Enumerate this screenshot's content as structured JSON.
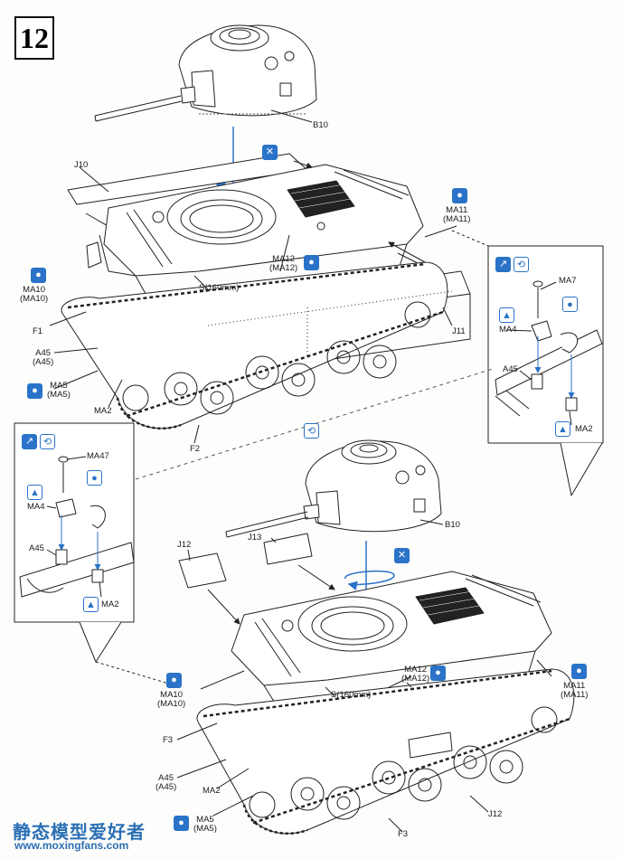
{
  "step_number": "12",
  "upper_assembly": {
    "labels": {
      "b10": "B10",
      "j10": "J10",
      "ma11": "MA11",
      "ma11_alt": "(MA11)",
      "ma10": "MA10",
      "ma10_alt": "(MA10)",
      "ma12": "MA12",
      "ma12_alt": "(MA12)",
      "s160": "S(160mm)",
      "f1": "F1",
      "a45": "A45",
      "a45_alt": "(A45)",
      "ma5": "MA5",
      "ma5_alt": "(MA5)",
      "ma2": "MA2",
      "f2": "F2",
      "j11": "J11"
    }
  },
  "right_detail": {
    "labels": {
      "ma7": "MA7",
      "ma4": "MA4",
      "a45": "A45",
      "ma2": "MA2"
    }
  },
  "left_detail": {
    "labels": {
      "ma47": "MA47",
      "ma4": "MA4",
      "a45": "A45",
      "ma2": "MA2"
    }
  },
  "lower_assembly": {
    "labels": {
      "b10": "B10",
      "j12": "J12",
      "j13": "J13",
      "ma10": "MA10",
      "ma10_alt": "(MA10)",
      "ma12": "MA12",
      "ma12_alt": "(MA12)",
      "ma11": "MA11",
      "ma11_alt": "(MA11)",
      "s160": "S(160mm)",
      "f3_top": "F3",
      "a45": "A45",
      "a45_alt": "(A45)",
      "ma2": "MA2",
      "ma5": "MA5",
      "ma5_alt": "(MA5)",
      "j12_bottom": "J12",
      "f3_bottom": "F3"
    }
  },
  "icons": {
    "glue": "glue-drop-icon",
    "flip": "flip-part-icon",
    "insert": "insert-part-icon",
    "ref": "bend-part-icon",
    "cut": "cut-remove-icon"
  },
  "colors": {
    "instruction_blue": "#2a73c8",
    "watermark": "#2b6fb3"
  },
  "watermark": {
    "text": "静态模型爱好者",
    "url": "www.moxingfans.com"
  }
}
